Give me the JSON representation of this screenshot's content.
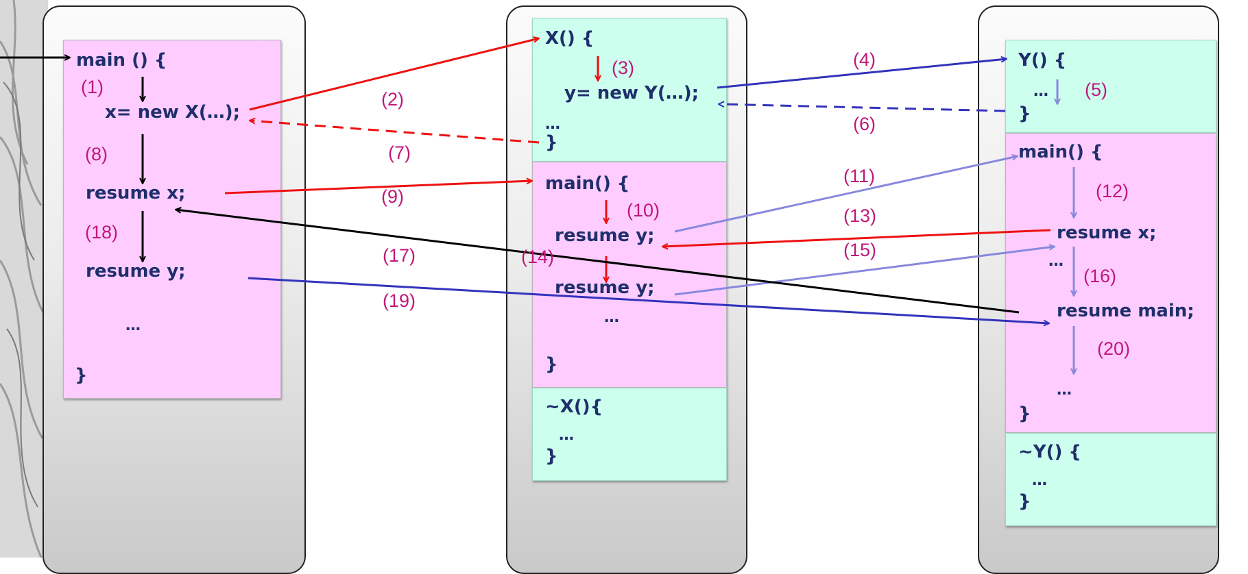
{
  "colors": {
    "code_text": "#1f2f6b",
    "step_label": "#c0187a",
    "pink_block": "#ffccff",
    "mint_block": "#ccffee",
    "arrow_black": "#000000",
    "arrow_red": "#ee1111",
    "arrow_blue": "#3333bb",
    "arrow_light_blue": "#8888dd"
  },
  "left_column": {
    "main_block": {
      "header": "main () {",
      "line_new_x": "x= new X(…);",
      "line_resume_x": "resume x;",
      "line_resume_y": "resume y;",
      "ellipsis": "…",
      "close": "}"
    }
  },
  "middle_column": {
    "ctor_block": {
      "header": "X() {",
      "line_new_y": "y= new Y(…);",
      "ellipsis": "…",
      "close": "}"
    },
    "main_block": {
      "header": "main() {",
      "line_resume_y_1": "resume y;",
      "line_resume_y_2": "resume y;",
      "ellipsis": "…",
      "close": "}"
    },
    "dtor_block": {
      "header": "~X(){",
      "ellipsis": "…",
      "close": "}"
    }
  },
  "right_column": {
    "ctor_block": {
      "header": "Y() {",
      "ellipsis": "…",
      "close": "}"
    },
    "main_block": {
      "header": "main() {",
      "line_resume_x": "resume x;",
      "ellipsis_1": "…",
      "line_resume_main": "resume main;",
      "ellipsis_2": "…",
      "close": "}"
    },
    "dtor_block": {
      "header": "~Y() {",
      "ellipsis": "…",
      "close": "}"
    }
  },
  "steps": {
    "s1": "(1)",
    "s2": "(2)",
    "s3": "(3)",
    "s4": "(4)",
    "s5": "(5)",
    "s6": "(6)",
    "s7": "(7)",
    "s8": "(8)",
    "s9": "(9)",
    "s10": "(10)",
    "s11": "(11)",
    "s12": "(12)",
    "s13": "(13)",
    "s14": "(14)",
    "s15": "(15)",
    "s16": "(16)",
    "s17": "(17)",
    "s18": "(18)",
    "s19": "(19)",
    "s20": "(20)"
  }
}
